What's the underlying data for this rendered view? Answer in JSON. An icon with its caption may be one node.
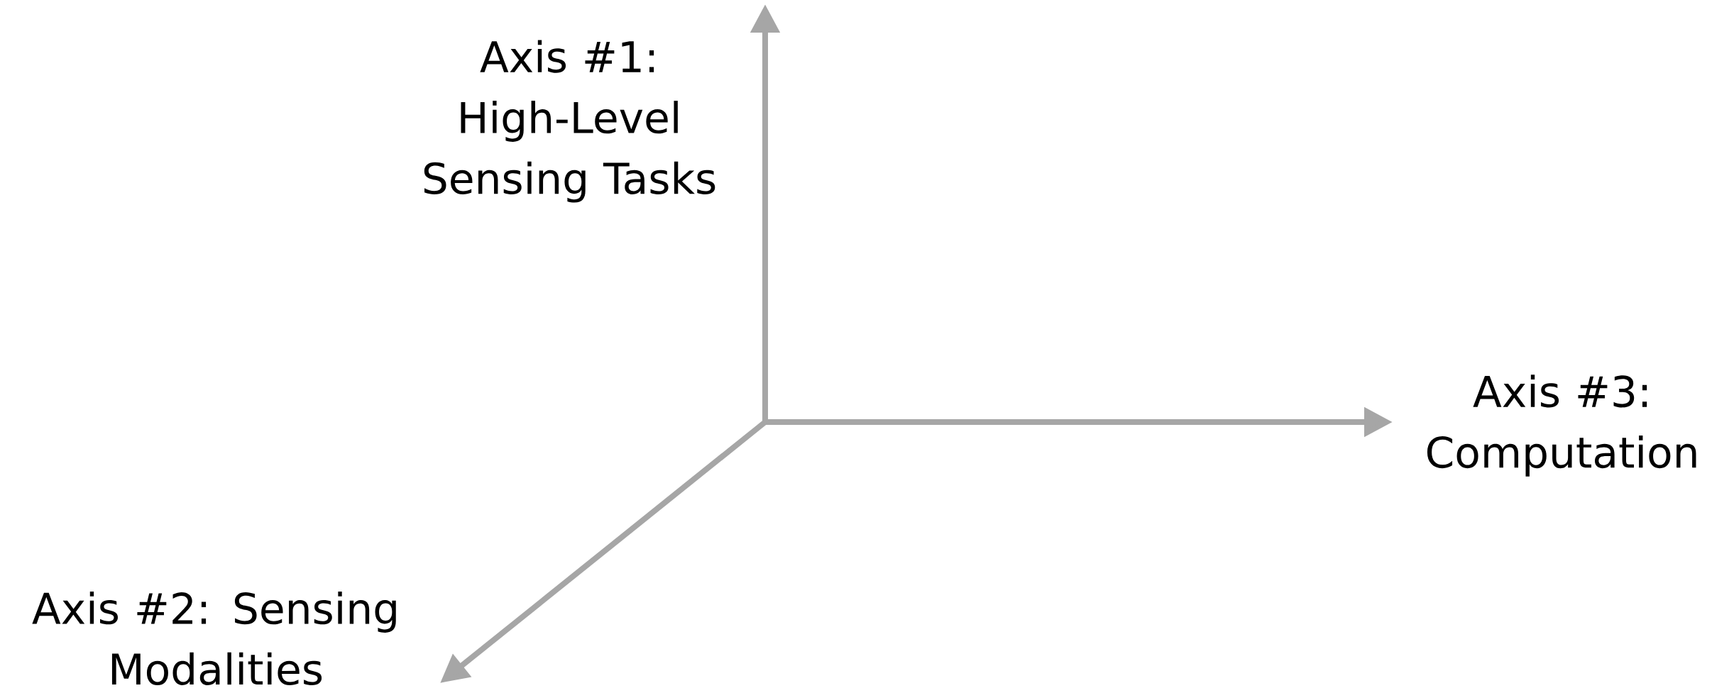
{
  "diagram": {
    "labels": [
      "Axis #1: High-Level Sensing Tasks",
      "Axis #3: Computation",
      "Axis #2: Sensing Modalities"
    ]
  }
}
